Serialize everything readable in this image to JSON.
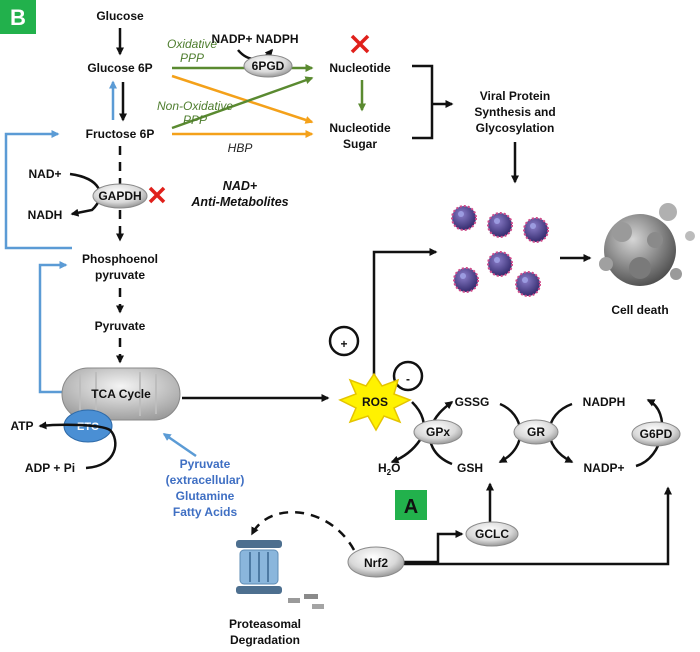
{
  "labels": {
    "panel_b": "B",
    "panel_a": "A",
    "glucose": "Glucose",
    "glucose_6p": "Glucose 6P",
    "fructose_6p": "Fructose 6P",
    "nad_plus": "NAD+",
    "nadh": "NADH",
    "gapdh": "GAPDH",
    "nad_anti_1": "NAD+",
    "nad_anti_2": "Anti-Metabolites",
    "phosphoenol_1": "Phosphoenol",
    "phosphoenol_2": "pyruvate",
    "pyruvate": "Pyruvate",
    "tca_cycle": "TCA Cycle",
    "etc": "ETC",
    "atp": "ATP",
    "adp_pi": "ADP + Pi",
    "blue_inputs_1": "Pyruvate",
    "blue_inputs_2": "(extracellular)",
    "blue_inputs_3": "Glutamine",
    "blue_inputs_4": "Fatty Acids",
    "oxidative_1": "Oxidative",
    "oxidative_2": "PPP",
    "nadp_nadph": "NADP+ NADPH",
    "pgd6": "6PGD",
    "nonox_1": "Non-Oxidative",
    "nonox_2": "PPP",
    "hbp": "HBP",
    "nucleotide": "Nucleotide",
    "nuc_sugar_1": "Nucleotide",
    "nuc_sugar_2": "Sugar",
    "viral_1": "Viral Protein",
    "viral_2": "Synthesis and",
    "viral_3": "Glycosylation",
    "cell_death": "Cell death",
    "plus": "+",
    "minus": "-",
    "ros": "ROS",
    "gssg": "GSSG",
    "nadph": "NADPH",
    "gpx": "GPx",
    "gr": "GR",
    "g6pd": "G6PD",
    "h2o_main": "H",
    "h2o_sub": "2",
    "h2o_end": "O",
    "gsh": "GSH",
    "nadp_plus": "NADP+",
    "gclc": "GCLC",
    "nrf2": "Nrf2",
    "proteasomal_1": "Proteasomal",
    "proteasomal_2": "Degradation"
  },
  "colors": {
    "panel_label_bg": "#22b14c",
    "glycolysis_arrow": "#111111",
    "feedback_arrow": "#5b9bd5",
    "ppp_arrow": "#5a8a30",
    "hbp_arrow": "#f4a11a",
    "inhibition_cross": "#e0201b",
    "ros_burst": "#fff200",
    "etc_fill": "#4a8fd4",
    "blue_text": "#3f6fc3"
  },
  "icons": [
    "red-x-icon",
    "virus-particle-icon",
    "dying-cell-icon",
    "mitochondrion-icon",
    "proteasome-icon",
    "plus-circle-icon",
    "minus-circle-icon"
  ]
}
